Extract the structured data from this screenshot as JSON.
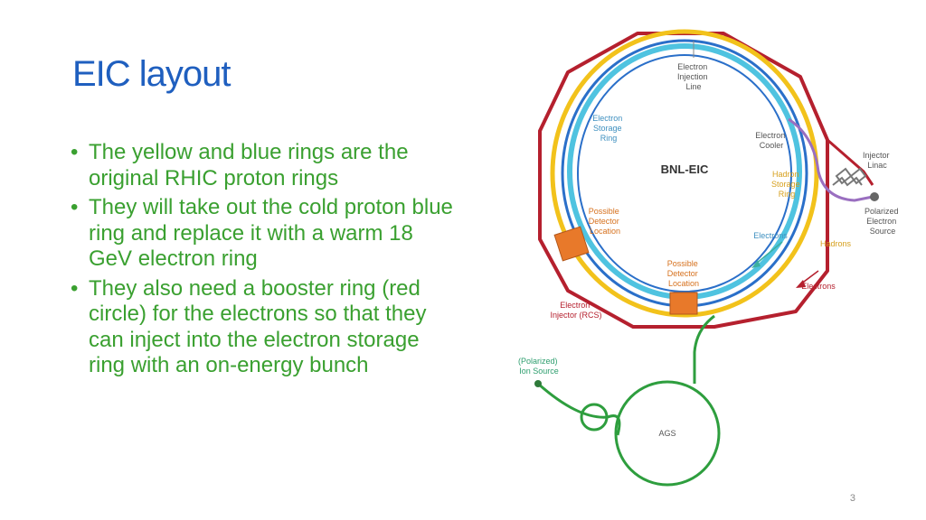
{
  "slide": {
    "title": "EIC layout",
    "bullets": [
      "The yellow and blue rings are the original RHIC proton rings",
      "They will take out the cold proton blue ring and replace it with a warm 18 GeV electron ring",
      "They also need a booster ring (red circle) for the electrons so that they can inject into the electron storage ring with an on-energy bunch"
    ],
    "page_number": "3"
  },
  "diagram": {
    "center_label": "BNL-EIC",
    "labels": {
      "electron_injection_line": [
        "Electron",
        "Injection",
        "Line"
      ],
      "electron_storage_ring": [
        "Electron",
        "Storage",
        "Ring"
      ],
      "electron_cooler": [
        "Electron",
        "Cooler"
      ],
      "hadron_storage_ring": [
        "Hadron",
        "Storage",
        "Ring"
      ],
      "injector_linac": [
        "Injector",
        "Linac"
      ],
      "polarized_electron_source": [
        "Polarized",
        "Electron",
        "Source"
      ],
      "possible_detector_left": [
        "Possible",
        "Detector",
        "Location"
      ],
      "possible_detector_bottom": [
        "Possible",
        "Detector",
        "Location"
      ],
      "electrons_inner": "Electrons",
      "hadrons": "Hadrons",
      "electrons_outer": "Electrons",
      "electron_injector": [
        "Electron",
        "Injector (RCS)"
      ],
      "ion_source": [
        "(Polarized)",
        "Ion Source"
      ],
      "ags": "AGS"
    },
    "colors": {
      "red_ring": "#b5202e",
      "yellow_ring": "#f2c21b",
      "blue_ring": "#2a6fc9",
      "cyan_ring": "#4fc3e0",
      "green_line": "#2e9e3e",
      "detector": "#e8792a",
      "cooler": "#9a6fc0",
      "label_blue": "#3d8fbf",
      "label_orange": "#d6711e",
      "label_gray": "#555555",
      "label_green": "#2e9e6e"
    }
  }
}
